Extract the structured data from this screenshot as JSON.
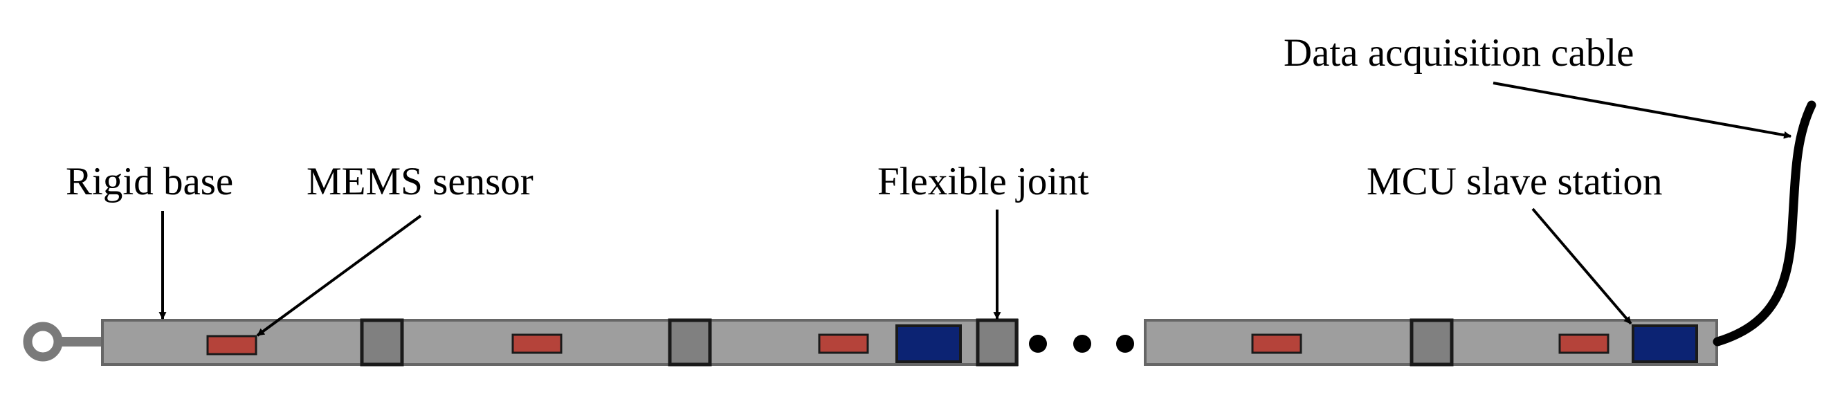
{
  "labels": {
    "rigid_base": "Rigid base",
    "mems_sensor": "MEMS sensor",
    "flexible_joint": "Flexible joint",
    "mcu_slave_station": "MCU slave station",
    "data_acquisition_cable": "Data acquisition cable"
  },
  "colors": {
    "segment_fill": "#9e9e9e",
    "joint_fill": "#808080",
    "sensor_fill": "#b5433a",
    "mcu_fill": "#0c2373",
    "outline": "#1a1a1a",
    "ring": "#7a7a7a"
  },
  "diagram": {
    "left_chain": {
      "segments": 3,
      "sensors": 3,
      "joints": 3,
      "mcu_stations": 1
    },
    "ellipsis_dots": 3,
    "right_chain": {
      "segments": 2,
      "sensors": 2,
      "joints": 1,
      "mcu_stations": 1
    }
  }
}
